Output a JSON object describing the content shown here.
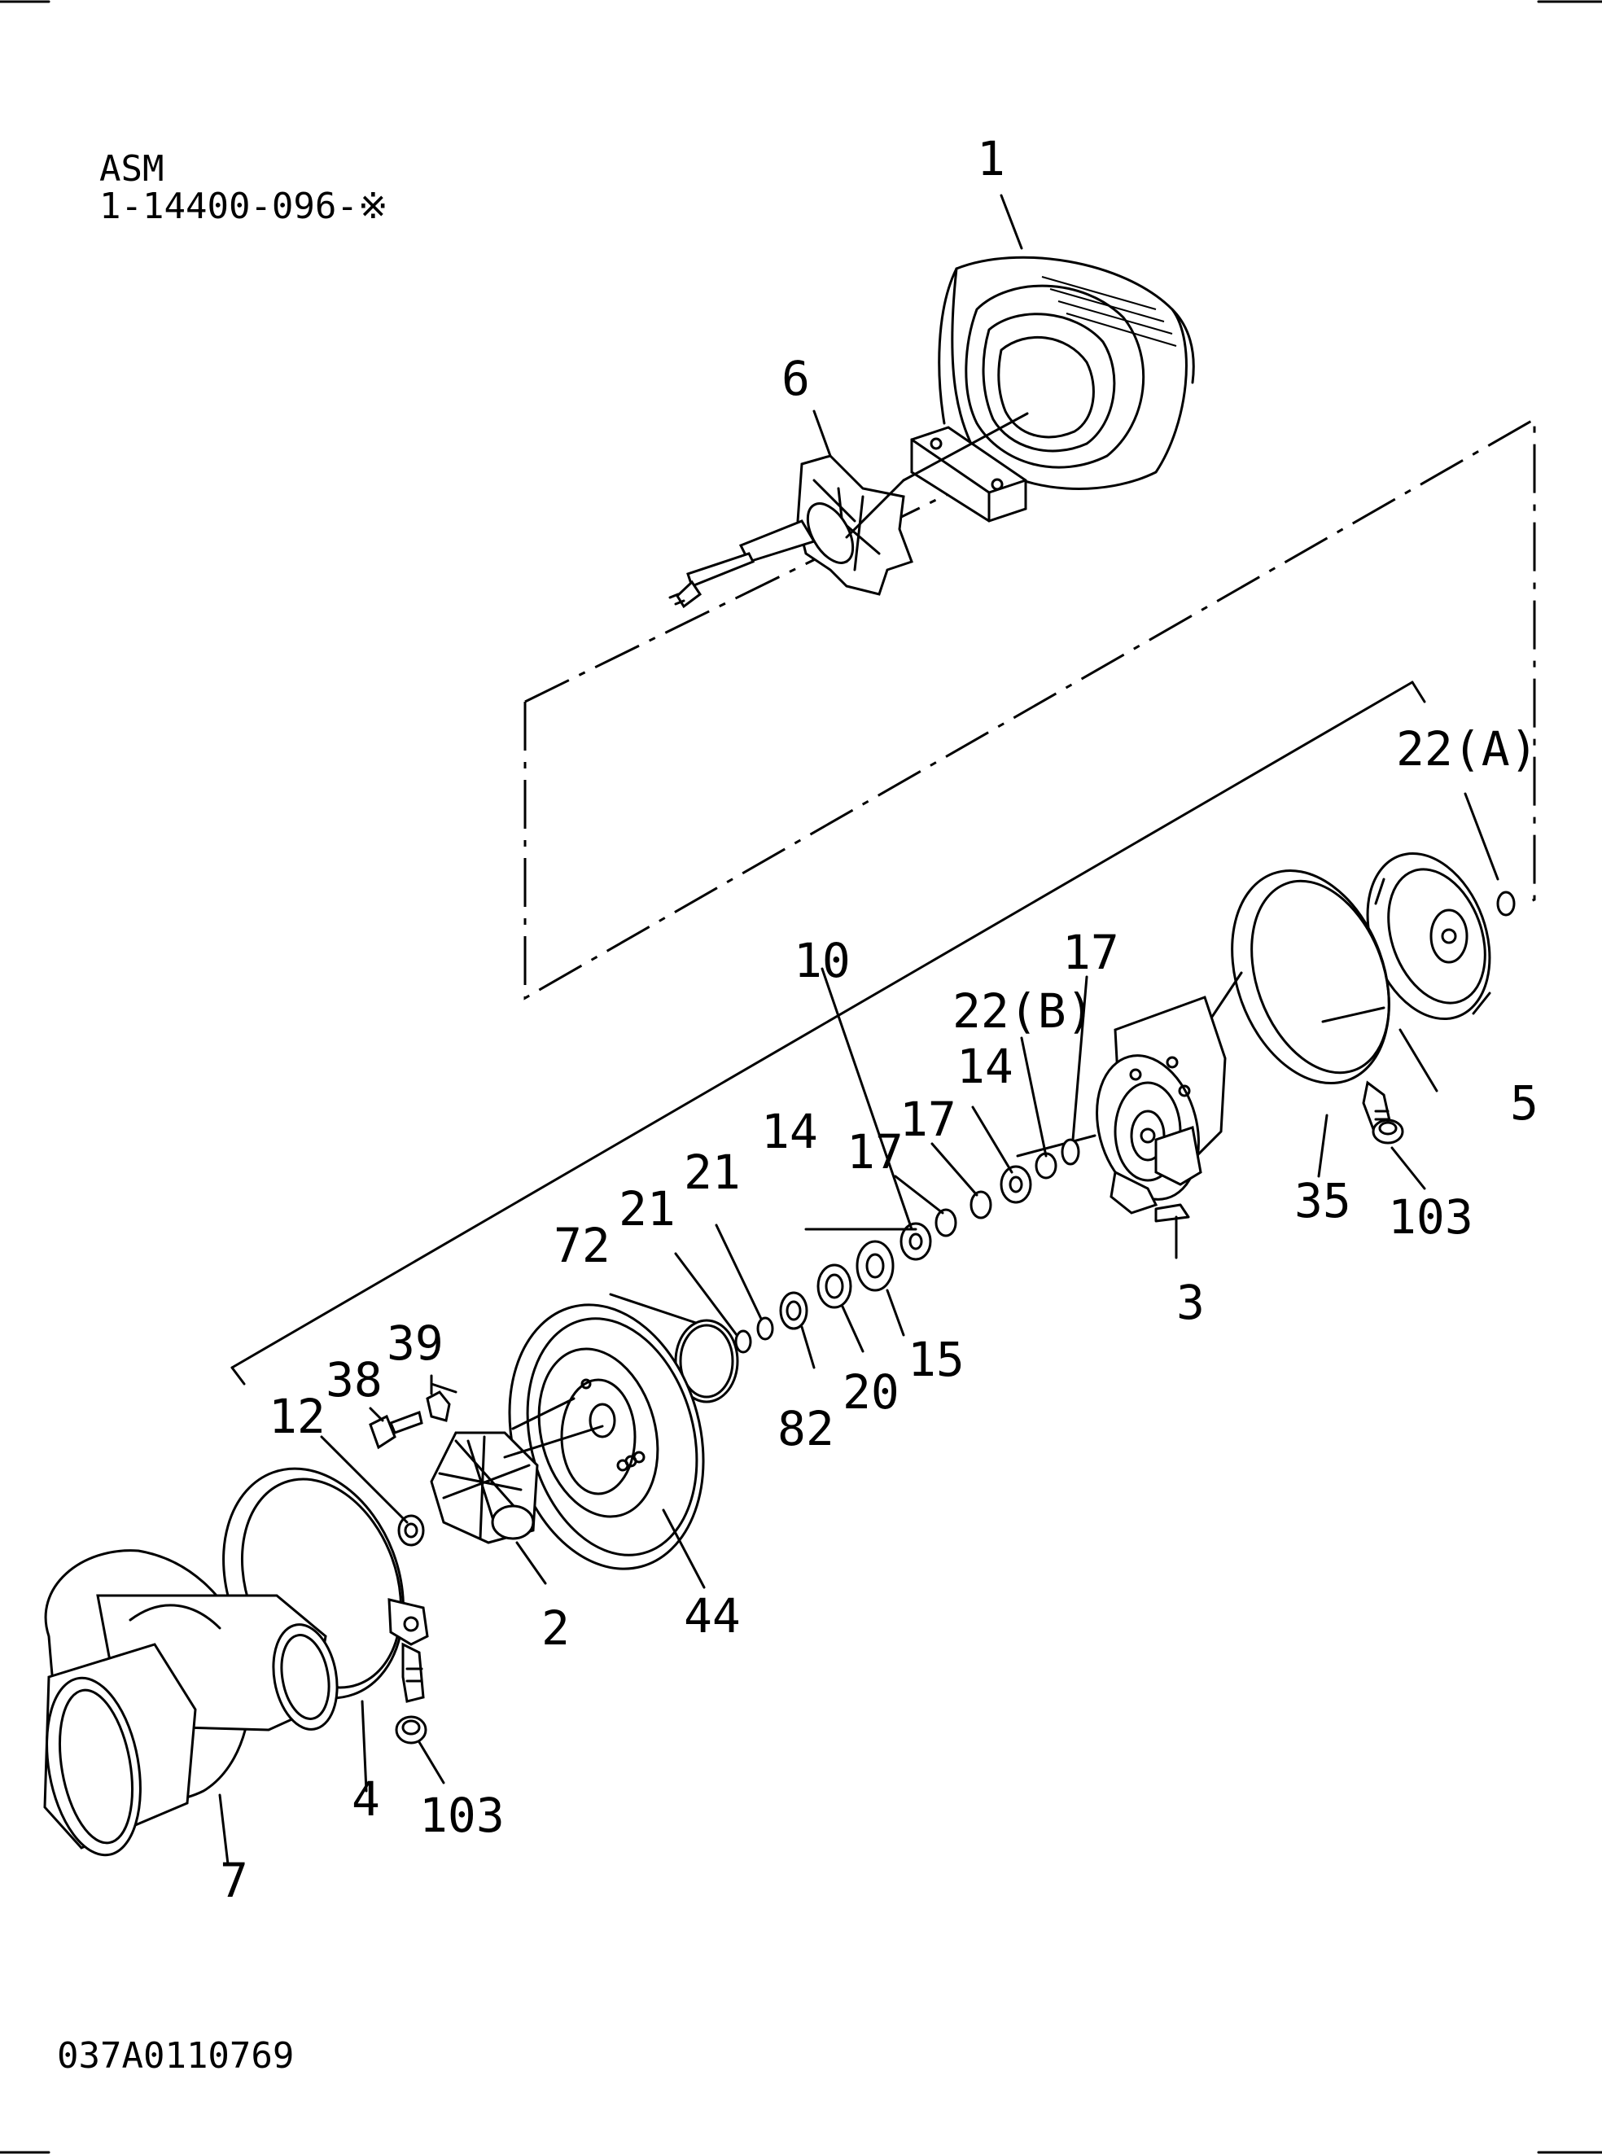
{
  "header": {
    "line1": "ASM",
    "line2": "1-14400-096-※"
  },
  "footer_code": "037A0110769",
  "callouts": [
    {
      "id": "c1",
      "text": "1"
    },
    {
      "id": "c6",
      "text": "6"
    },
    {
      "id": "c22a",
      "text": "22(A)"
    },
    {
      "id": "c10",
      "text": "10"
    },
    {
      "id": "c22b",
      "text": "22(B)"
    },
    {
      "id": "c17a",
      "text": "17"
    },
    {
      "id": "c14a",
      "text": "14"
    },
    {
      "id": "c17b",
      "text": "17"
    },
    {
      "id": "c14b",
      "text": "14"
    },
    {
      "id": "c17c",
      "text": "17"
    },
    {
      "id": "c21a",
      "text": "21"
    },
    {
      "id": "c21b",
      "text": "21"
    },
    {
      "id": "c72",
      "text": "72"
    },
    {
      "id": "c39",
      "text": "39"
    },
    {
      "id": "c38",
      "text": "38"
    },
    {
      "id": "c12",
      "text": "12"
    },
    {
      "id": "c82",
      "text": "82"
    },
    {
      "id": "c20",
      "text": "20"
    },
    {
      "id": "c15",
      "text": "15"
    },
    {
      "id": "c5",
      "text": "5"
    },
    {
      "id": "c3",
      "text": "3"
    },
    {
      "id": "c35",
      "text": "35"
    },
    {
      "id": "c103a",
      "text": "103"
    },
    {
      "id": "c2",
      "text": "2"
    },
    {
      "id": "c44",
      "text": "44"
    },
    {
      "id": "c4",
      "text": "4"
    },
    {
      "id": "c103b",
      "text": "103"
    },
    {
      "id": "c7",
      "text": "7"
    }
  ]
}
